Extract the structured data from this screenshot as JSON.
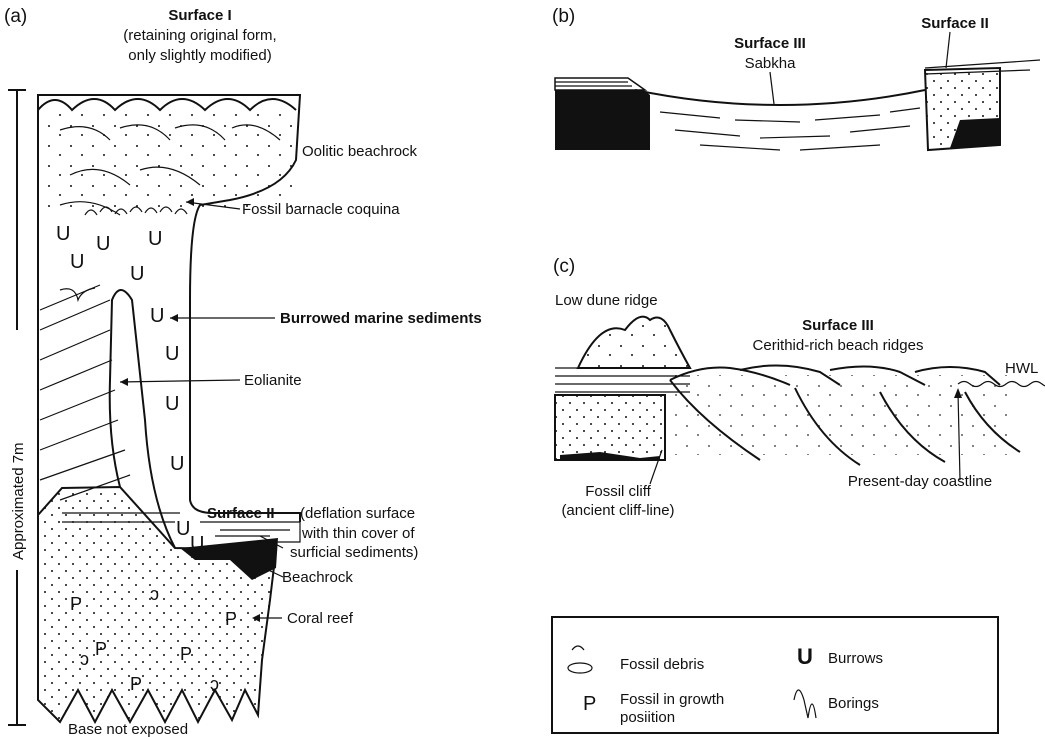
{
  "panels": {
    "a": {
      "letter": "(a)",
      "surface1_title": "Surface I",
      "surface1_line1": "(retaining original form,",
      "surface1_line2": "only slightly modified)",
      "vertical_scale": "Approximated 7m",
      "oolitic": "Oolitic beachrock",
      "barnacle": "Fossil barnacle coquina",
      "burrowed": "Burrowed marine sediments",
      "eolianite": "Eolianite",
      "surface2_title": "Surface II",
      "surface2_line1": "(deflation surface",
      "surface2_line2": "with thin cover of",
      "surface2_line3": "surficial sediments)",
      "beachrock": "Beachrock",
      "coral_reef": "Coral reef",
      "base": "Base not exposed"
    },
    "b": {
      "letter": "(b)",
      "surface3_title": "Surface III",
      "sabkha": "Sabkha",
      "surface2_title": "Surface II"
    },
    "c": {
      "letter": "(c)",
      "low_dune": "Low dune ridge",
      "surface3_title": "Surface III",
      "cerithid": "Cerithid-rich beach ridges",
      "hwl": "HWL",
      "fossil_cliff_1": "Fossil cliff",
      "fossil_cliff_2": "(ancient cliff-line)",
      "coastline": "Present-day coastline"
    }
  },
  "legend": {
    "fossil_debris": "Fossil debris",
    "burrows": "Burrows",
    "growth_1": "Fossil in growth",
    "growth_2": "posiition",
    "borings": "Borings"
  }
}
